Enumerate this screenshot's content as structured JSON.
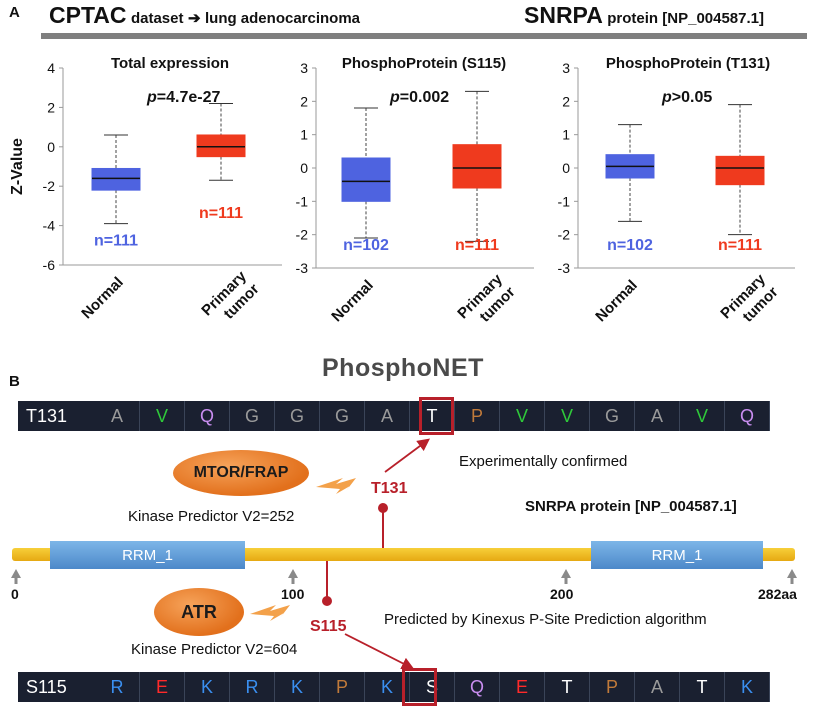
{
  "panel_a": {
    "letter": "A",
    "header_left_big": "CPTAC",
    "header_left_small": "dataset",
    "header_arrow": "➔",
    "header_left_tail": "lung adenocarcinoma",
    "header_right_big": "SNRPA",
    "header_right_small": "protein [NP_004587.1]"
  },
  "chart_data": [
    {
      "type": "box",
      "title": "Total expression",
      "pvalue_label": "p",
      "pvalue_text": "=4.7e-27",
      "ylabel": "Z-Value",
      "ylim": [
        -6,
        4
      ],
      "yticks": [
        "4",
        "2",
        "0",
        "-2",
        "-4",
        "-6"
      ],
      "categories": [
        "Normal",
        "Primary tumor"
      ],
      "boxes": [
        {
          "category": "Normal",
          "whisker_low": -3.9,
          "q1": -2.2,
          "median": -1.6,
          "q3": -1.1,
          "whisker_high": 0.6,
          "n_label": "n=111",
          "color": "#4e63e0"
        },
        {
          "category": "Primary tumor",
          "whisker_low": -1.7,
          "q1": -0.5,
          "median": 0.0,
          "q3": 0.6,
          "whisker_high": 2.2,
          "n_label": "n=111",
          "color": "#ef3a1e"
        }
      ]
    },
    {
      "type": "box",
      "title": "PhosphoProtein  (S115)",
      "pvalue_label": "p",
      "pvalue_text": "=0.002",
      "ylim": [
        -3,
        3
      ],
      "yticks": [
        "3",
        "2",
        "1",
        "0",
        "-1",
        "-2",
        "-3"
      ],
      "categories": [
        "Normal",
        "Primary tumor"
      ],
      "boxes": [
        {
          "category": "Normal",
          "whisker_low": -2.1,
          "q1": -1.0,
          "median": -0.4,
          "q3": 0.3,
          "whisker_high": 1.8,
          "n_label": "n=102",
          "color": "#4e63e0"
        },
        {
          "category": "Primary tumor",
          "whisker_low": -2.2,
          "q1": -0.6,
          "median": 0.0,
          "q3": 0.7,
          "whisker_high": 2.3,
          "n_label": "n=111",
          "color": "#ef3a1e"
        }
      ]
    },
    {
      "type": "box",
      "title": "PhosphoProtein  (T131)",
      "pvalue_label": "p",
      "pvalue_text": ">0.05",
      "ylim": [
        -3,
        3
      ],
      "yticks": [
        "3",
        "2",
        "1",
        "0",
        "-1",
        "-2",
        "-3"
      ],
      "categories": [
        "Normal",
        "Primary tumor"
      ],
      "boxes": [
        {
          "category": "Normal",
          "whisker_low": -1.6,
          "q1": -0.3,
          "median": 0.05,
          "q3": 0.4,
          "whisker_high": 1.3,
          "n_label": "n=102",
          "color": "#4e63e0"
        },
        {
          "category": "Primary tumor",
          "whisker_low": -2.0,
          "q1": -0.5,
          "median": 0.0,
          "q3": 0.35,
          "whisker_high": 1.9,
          "n_label": "n=111",
          "color": "#ef3a1e"
        }
      ]
    }
  ],
  "panel_b": {
    "letter": "B",
    "title": "PhosphoNET",
    "t131_strip": {
      "label": "T131",
      "residues": [
        {
          "aa": "A",
          "color": "#9a9a9a"
        },
        {
          "aa": "V",
          "color": "#2fc93a"
        },
        {
          "aa": "Q",
          "color": "#c98ef0"
        },
        {
          "aa": "G",
          "color": "#9a9a9a"
        },
        {
          "aa": "G",
          "color": "#9a9a9a"
        },
        {
          "aa": "G",
          "color": "#9a9a9a"
        },
        {
          "aa": "A",
          "color": "#9a9a9a"
        },
        {
          "aa": "T",
          "color": "#ffffff"
        },
        {
          "aa": "P",
          "color": "#c07a3a"
        },
        {
          "aa": "V",
          "color": "#2fc93a"
        },
        {
          "aa": "V",
          "color": "#2fc93a"
        },
        {
          "aa": "G",
          "color": "#9a9a9a"
        },
        {
          "aa": "A",
          "color": "#9a9a9a"
        },
        {
          "aa": "V",
          "color": "#2fc93a"
        },
        {
          "aa": "Q",
          "color": "#c98ef0"
        }
      ]
    },
    "s115_strip": {
      "label": "S115",
      "residues": [
        {
          "aa": "R",
          "color": "#3a8ff0"
        },
        {
          "aa": "E",
          "color": "#ff2a2a"
        },
        {
          "aa": "K",
          "color": "#3a8ff0"
        },
        {
          "aa": "R",
          "color": "#3a8ff0"
        },
        {
          "aa": "K",
          "color": "#3a8ff0"
        },
        {
          "aa": "P",
          "color": "#c07a3a"
        },
        {
          "aa": "K",
          "color": "#3a8ff0"
        },
        {
          "aa": "S",
          "color": "#ffffff"
        },
        {
          "aa": "Q",
          "color": "#c98ef0"
        },
        {
          "aa": "E",
          "color": "#ff2a2a"
        },
        {
          "aa": "T",
          "color": "#ffffff"
        },
        {
          "aa": "P",
          "color": "#c07a3a"
        },
        {
          "aa": "A",
          "color": "#9a9a9a"
        },
        {
          "aa": "T",
          "color": "#ffffff"
        },
        {
          "aa": "K",
          "color": "#3a8ff0"
        }
      ]
    },
    "experimental_note": "Experimentally confirmed",
    "kinase_t131": "MTOR/FRAP",
    "kinase_t131_score": "Kinase Predictor V2=252",
    "site_t131": "T131",
    "protein_label": "SNRPA protein [NP_004587.1]",
    "domain_left": "RRM_1",
    "domain_right": "RRM_1",
    "ticks": [
      "0",
      "100",
      "200",
      "282aa"
    ],
    "kinase_s115": "ATR",
    "kinase_s115_score": "Kinase Predictor V2=604",
    "site_s115": "S115",
    "predicted_note": "Predicted by Kinexus P-Site Prediction algorithm",
    "accent_color": "#b8202a"
  }
}
